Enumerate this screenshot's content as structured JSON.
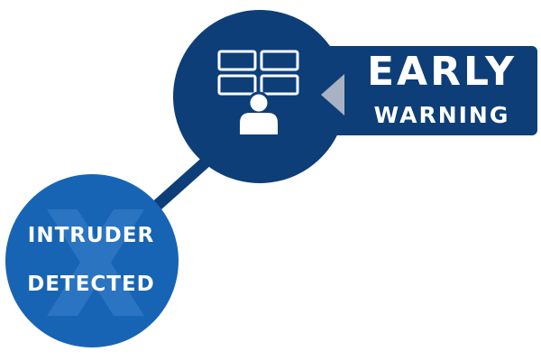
{
  "early_warning": {
    "line1": "EARLY",
    "line2": "WARNING"
  },
  "intruder": {
    "line1": "INTRUDER",
    "line2": "DETECTED"
  },
  "colors": {
    "dark_navy": "#0d3e78",
    "medium_blue": "#1764b4",
    "watermark_blue": "#2a74c2",
    "pointer_gray": "#a8b2c2",
    "connector": "#0d3e78",
    "text": "#ffffff"
  },
  "icons": {
    "monitor_node": "video-wall-operator-icon",
    "intruder_watermark": "x-mark-icon",
    "pointer": "triangle-pointer-icon"
  }
}
